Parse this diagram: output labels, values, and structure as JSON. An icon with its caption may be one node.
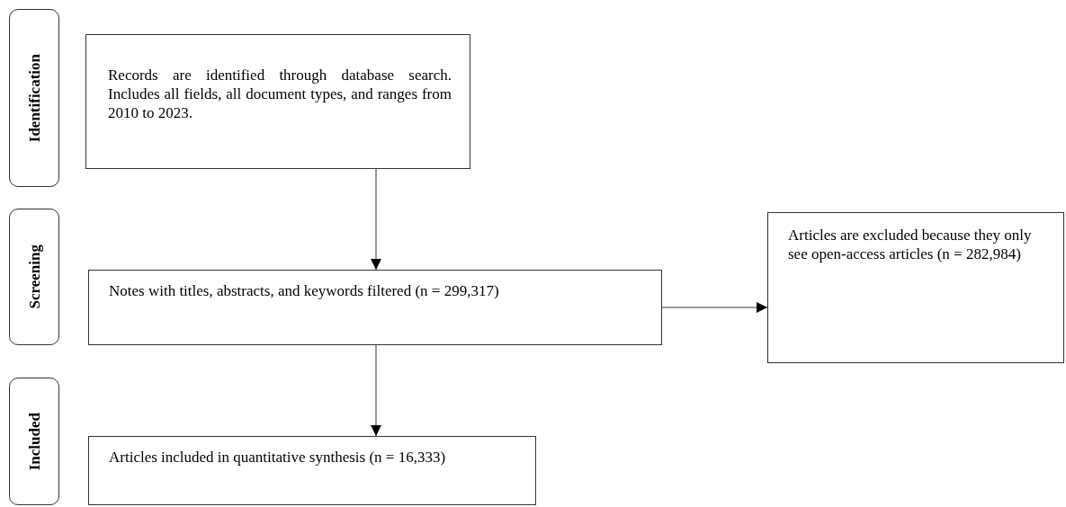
{
  "diagram": {
    "nodes": [
      {
        "text": [
          "Identification"
        ]
      },
      {
        "text": [
          "Records are identified through database search. Includes all fields, all document types, and ranges from 2010 to 2023."
        ]
      },
      {
        "text": [
          "Screening"
        ]
      },
      {
        "text": [
          "Notes with titles, abstracts, and keywords filtered (n = 299,317)"
        ]
      },
      {
        "text": [
          "Articles are excluded because they only see open-access articles (n = 282,984)"
        ]
      },
      {
        "text": [
          "Included"
        ]
      },
      {
        "text": [
          "Articles included in quantitative synthesis (n = 16,333)"
        ]
      }
    ],
    "edges": [
      {
        "from": 1,
        "to": 3,
        "arrow": "to"
      },
      {
        "from": 3,
        "to": 4,
        "arrow": "to"
      },
      {
        "from": 3,
        "to": 6,
        "arrow": "to"
      }
    ]
  }
}
